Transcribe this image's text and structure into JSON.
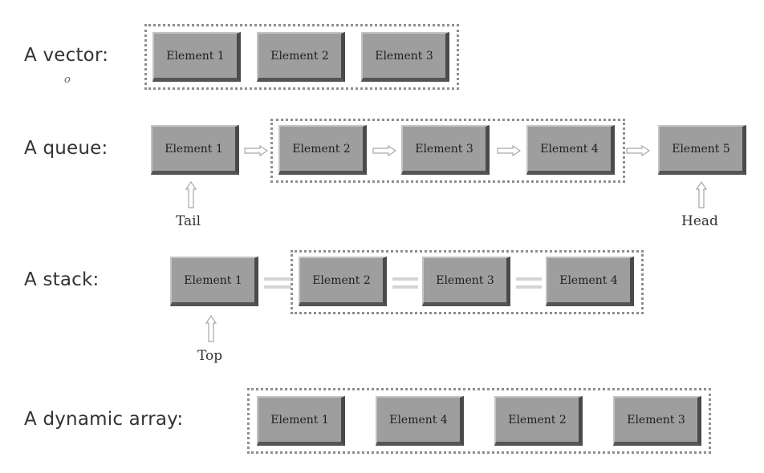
{
  "rows": {
    "vector": {
      "label": "A vector:",
      "mark": "𝑜",
      "elements": [
        "Element 1",
        "Element 2",
        "Element 3"
      ]
    },
    "queue": {
      "label": "A queue:",
      "elements": [
        "Element 1",
        "Element 2",
        "Element 3",
        "Element 4",
        "Element 5"
      ],
      "tail_label": "Tail",
      "head_label": "Head"
    },
    "stack": {
      "label": "A stack:",
      "elements": [
        "Element 1",
        "Element 2",
        "Element 3",
        "Element 4"
      ],
      "top_label": "Top"
    },
    "dynamic_array": {
      "label": "A dynamic array:",
      "elements": [
        "Element 1",
        "Element 4",
        "Element 2",
        "Element 3"
      ]
    }
  },
  "colors": {
    "box_fill": "#9e9e9e",
    "box_shadow": "#4a4a4a",
    "dashed_border": "#8e8e8e",
    "arrow": "#b0b0b0"
  }
}
